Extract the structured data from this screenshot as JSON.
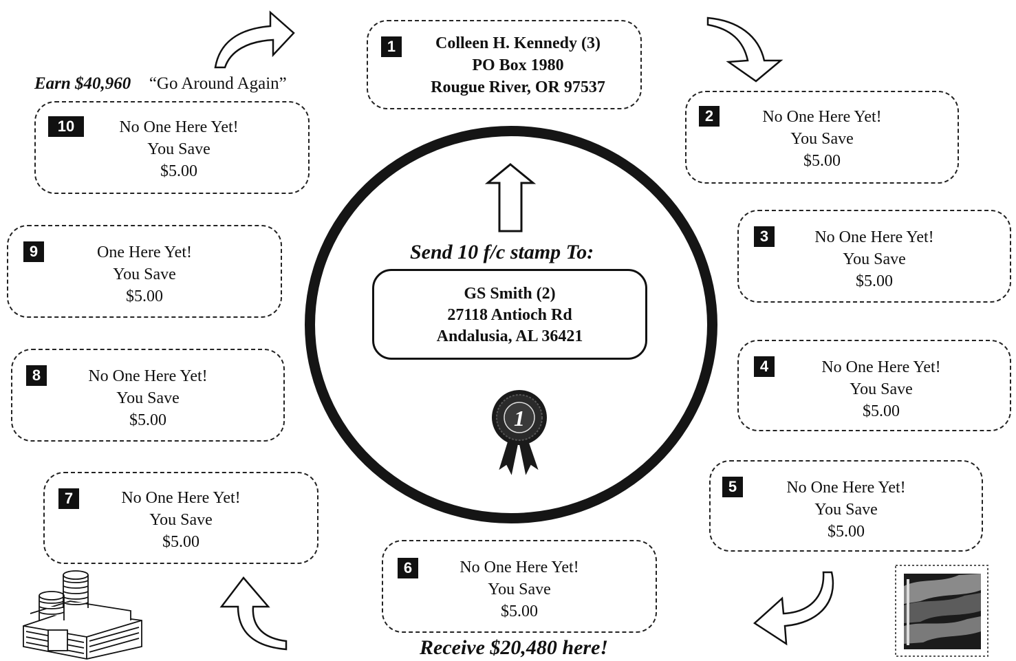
{
  "slots": [
    {
      "number": "1",
      "lines": [
        "Colleen H. Kennedy (3)",
        "PO Box 1980",
        "Rougue River, OR 97537"
      ]
    },
    {
      "number": "2",
      "lines": [
        "No One Here Yet!",
        "You Save",
        "$5.00"
      ]
    },
    {
      "number": "3",
      "lines": [
        "No One Here Yet!",
        "You Save",
        "$5.00"
      ]
    },
    {
      "number": "4",
      "lines": [
        "No One Here Yet!",
        "You Save",
        "$5.00"
      ]
    },
    {
      "number": "5",
      "lines": [
        "No One Here Yet!",
        "You Save",
        "$5.00"
      ]
    },
    {
      "number": "6",
      "lines": [
        "No One Here Yet!",
        "You Save",
        "$5.00"
      ]
    },
    {
      "number": "7",
      "lines": [
        "No One Here Yet!",
        "You Save",
        "$5.00"
      ]
    },
    {
      "number": "8",
      "lines": [
        "No One Here Yet!",
        "You Save",
        "$5.00"
      ]
    },
    {
      "number": "9",
      "lines": [
        "One Here Yet!",
        "You Save",
        "$5.00"
      ]
    },
    {
      "number": "10",
      "lines": [
        "No One Here Yet!",
        "You Save",
        "$5.00"
      ]
    }
  ],
  "center": {
    "heading": "Send 10 f/c stamp To:",
    "lines": [
      "GS Smith (2)",
      "27118 Antioch Rd",
      "Andalusia, AL 36421"
    ],
    "ribbon_number": "1"
  },
  "earn": {
    "amount": "Earn $40,960",
    "slogan": "“Go Around Again”"
  },
  "receive": "Receive $20,480 here!",
  "icons": [
    "arrow-curve-icon",
    "arrow-up-icon",
    "ribbon-icon",
    "money-stack-icon",
    "flag-stamp-icon"
  ]
}
